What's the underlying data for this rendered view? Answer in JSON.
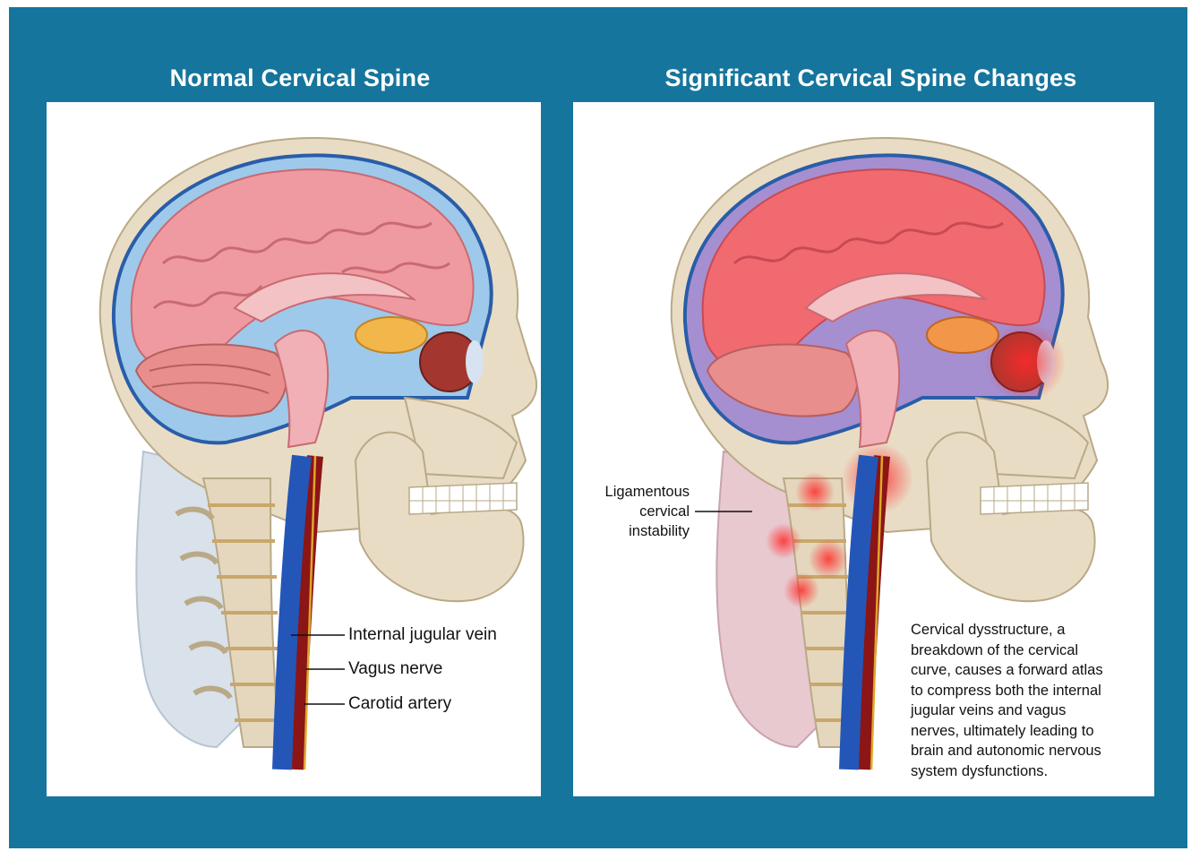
{
  "panels": {
    "left": {
      "title": "Normal Cervical Spine"
    },
    "right": {
      "title": "Significant Cervical Spine Changes"
    }
  },
  "labels": {
    "internal_jugular_vein": "Internal jugular vein",
    "vagus_nerve": "Vagus nerve",
    "carotid_artery": "Carotid artery",
    "ligamentous_line1": "Ligamentous",
    "ligamentous_line2": "cervical",
    "ligamentous_line3": "instability"
  },
  "description": [
    "Cervical dysstructure, a",
    "breakdown of the cervical",
    "curve, causes a forward atlas",
    "to compress both the internal",
    "jugular veins and vagus",
    "nerves, ultimately leading to",
    "brain and autonomic nervous",
    "system dysfunctions."
  ],
  "colors": {
    "background": "#16759c",
    "brain": "#ef9aa0",
    "csf": "#9ec9ea",
    "bone": "#e9dcc5",
    "vein": "#2456b8",
    "artery": "#8c1515",
    "nerve": "#e0a72a",
    "inflammation": "#ff2a2a"
  }
}
